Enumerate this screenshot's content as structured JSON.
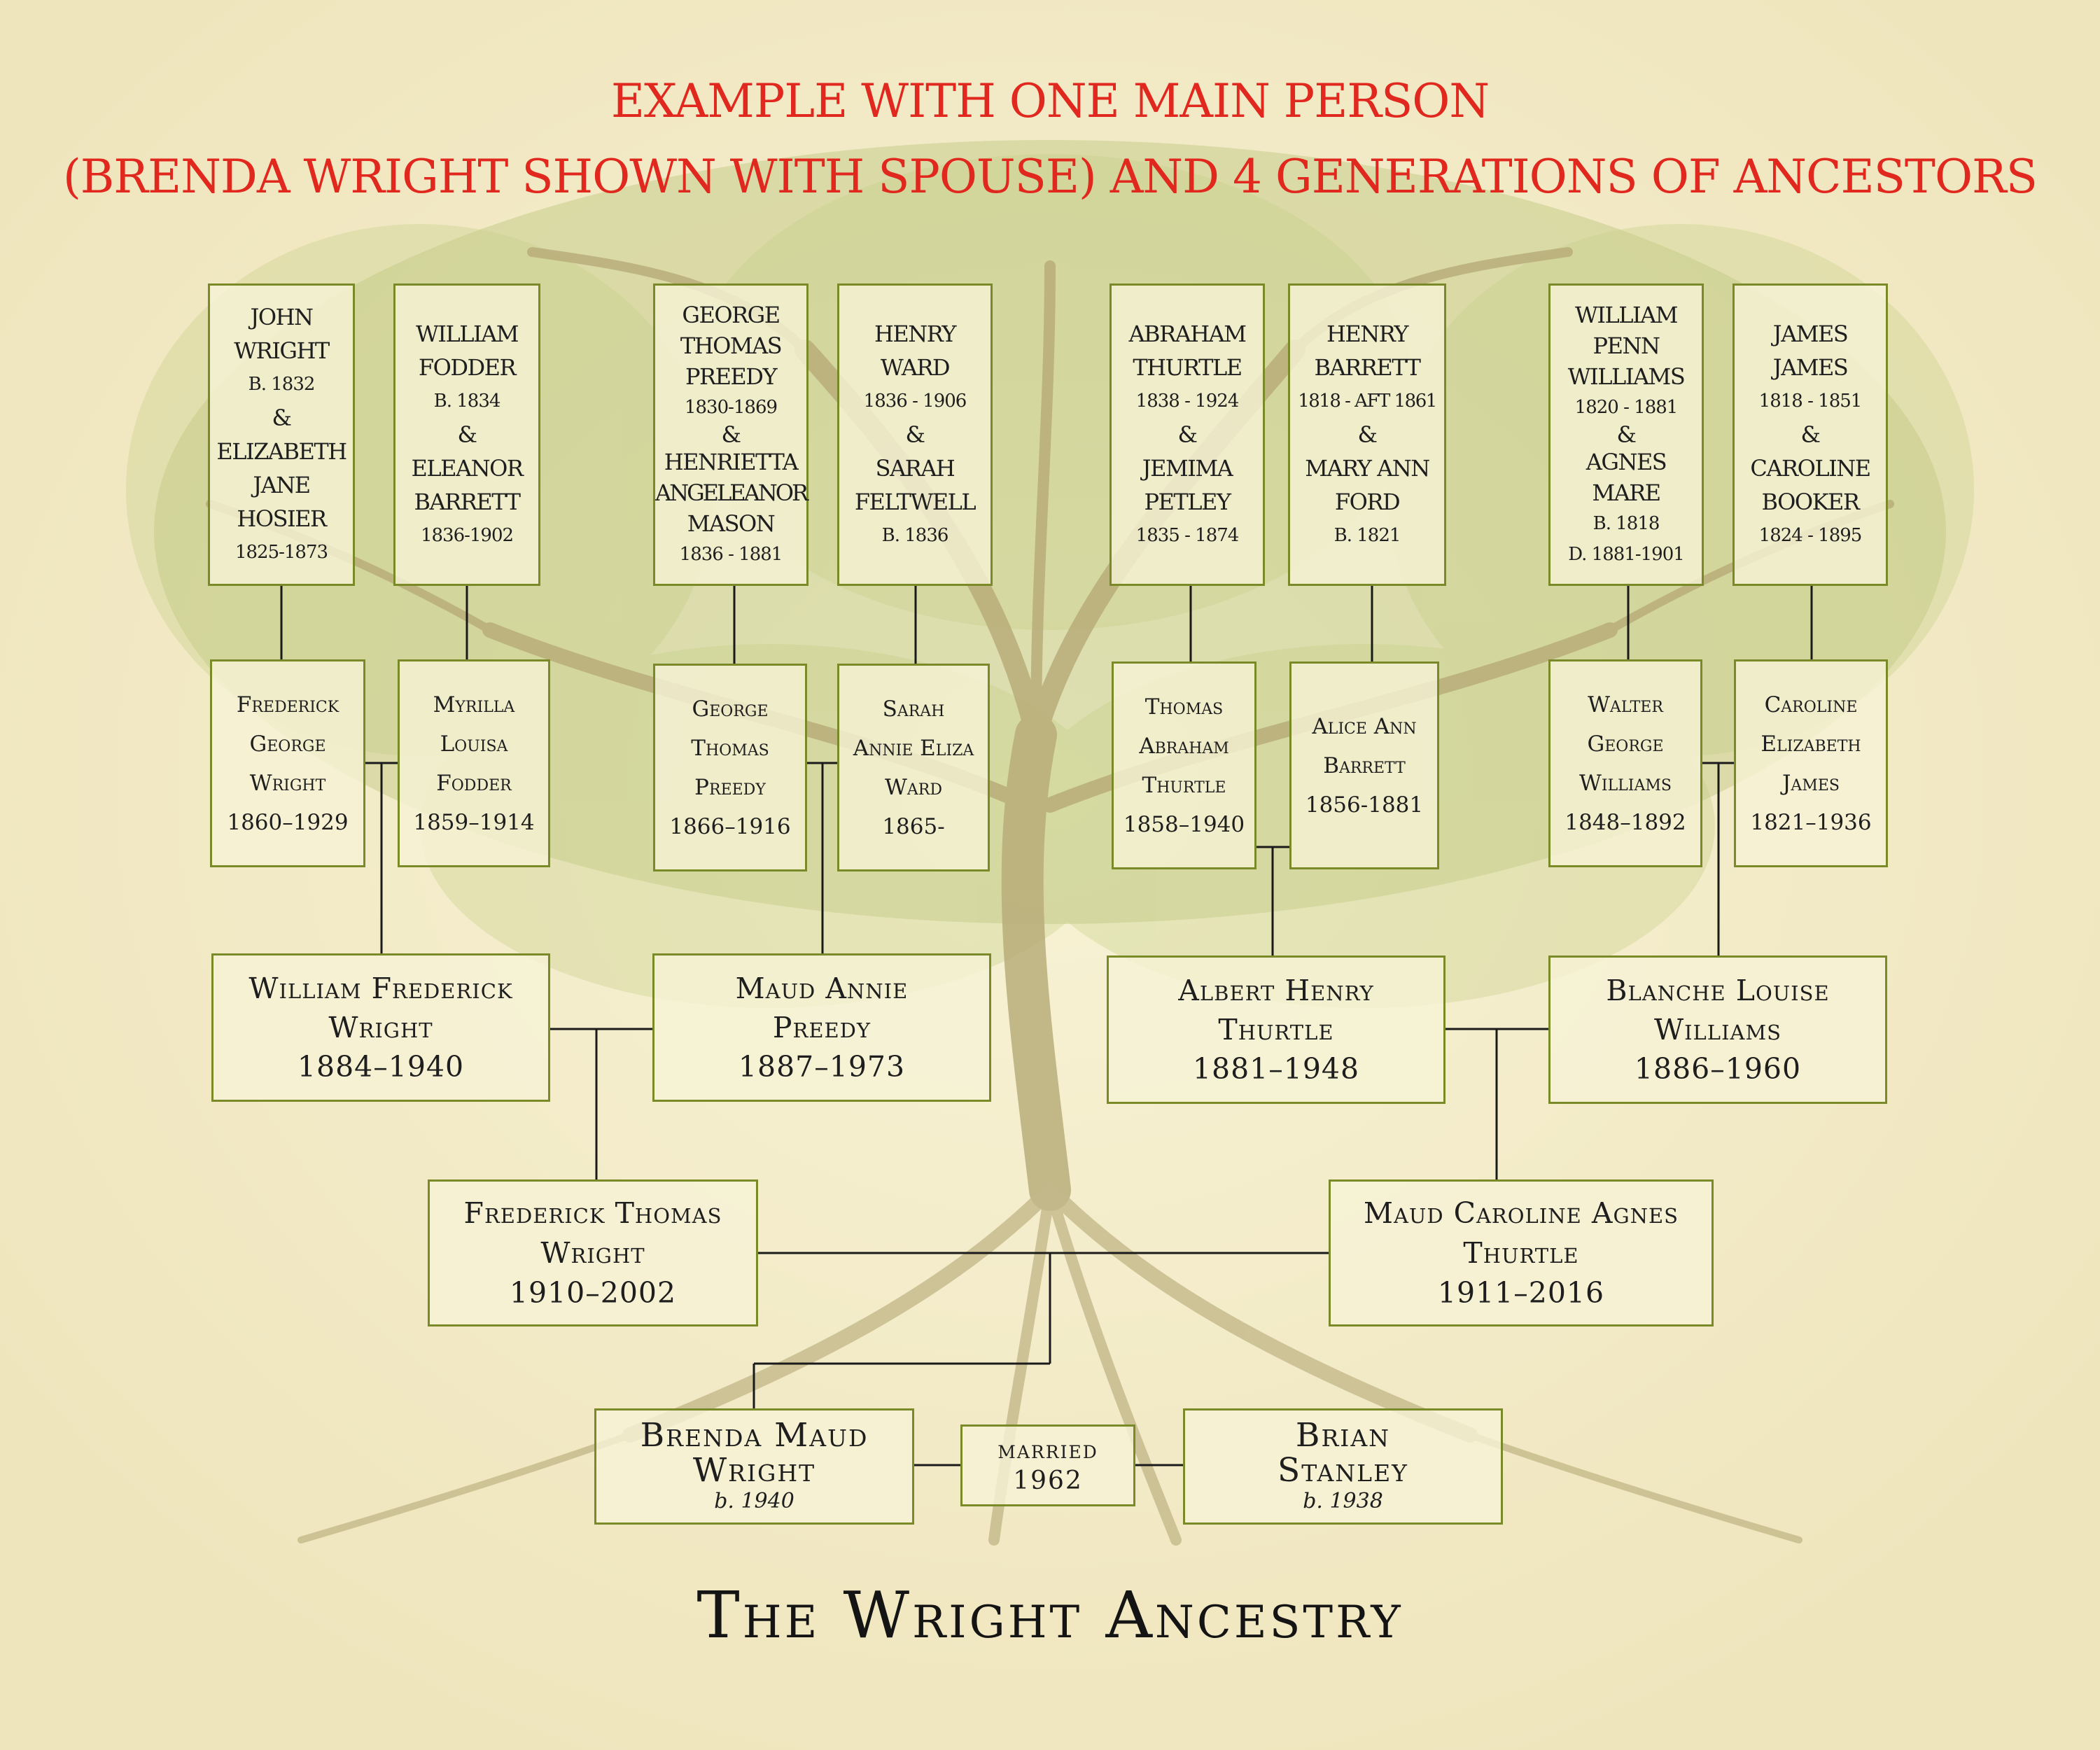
{
  "title": {
    "line1": "EXAMPLE WITH ONE MAIN PERSON",
    "line2": "(BRENDA WRIGHT SHOWN WITH SPOUSE) AND 4 GENERATIONS OF ANCESTORS"
  },
  "footer": "The Wright Ancestry",
  "great_great_grandparents": [
    {
      "lines": [
        "JOHN",
        "WRIGHT",
        "B. 1832",
        "&",
        "ELIZABETH",
        "JANE",
        "HOSIER",
        "1825-1873"
      ]
    },
    {
      "lines": [
        "WILLIAM",
        "FODDER",
        "B. 1834",
        "&",
        "ELEANOR",
        "BARRETT",
        "1836-1902"
      ]
    },
    {
      "lines": [
        "GEORGE",
        "THOMAS",
        "PREEDY",
        "1830-1869",
        "&",
        "HENRIETTA",
        "ANGELEANOR",
        "MASON",
        "1836 - 1881"
      ]
    },
    {
      "lines": [
        "HENRY",
        "WARD",
        "1836 - 1906",
        "&",
        "SARAH",
        "FELTWELL",
        "B. 1836"
      ]
    },
    {
      "lines": [
        "ABRAHAM",
        "THURTLE",
        "1838 - 1924",
        "&",
        "JEMIMA",
        "PETLEY",
        "1835 - 1874"
      ]
    },
    {
      "lines": [
        "HENRY",
        "BARRETT",
        "1818 - AFT 1861",
        "&",
        "MARY ANN",
        "FORD",
        "B. 1821"
      ]
    },
    {
      "lines": [
        "WILLIAM",
        "PENN",
        "WILLIAMS",
        "1820 - 1881",
        "&",
        "AGNES",
        "MARE",
        "B. 1818",
        "D. 1881-1901"
      ]
    },
    {
      "lines": [
        "JAMES",
        "JAMES",
        "1818 - 1851",
        "&",
        "CAROLINE",
        "BOOKER",
        "1824 - 1895"
      ]
    }
  ],
  "great_grandparents": [
    {
      "lines": [
        "Frederick",
        "George",
        "Wright",
        "1860–1929"
      ]
    },
    {
      "lines": [
        "Myrilla",
        "Louisa",
        "Fodder",
        "1859–1914"
      ]
    },
    {
      "lines": [
        "George",
        "Thomas",
        "Preedy",
        "1866–1916"
      ]
    },
    {
      "lines": [
        "Sarah",
        "Annie Eliza",
        "Ward",
        "1865-"
      ]
    },
    {
      "lines": [
        "Thomas",
        "Abraham",
        "Thurtle",
        "1858–1940"
      ]
    },
    {
      "lines": [
        "Alice Ann",
        "Barrett",
        "1856-1881"
      ]
    },
    {
      "lines": [
        "Walter",
        "George",
        "Williams",
        "1848–1892"
      ]
    },
    {
      "lines": [
        "Caroline",
        "Elizabeth",
        "James",
        "1821–1936"
      ]
    }
  ],
  "grandparents": [
    {
      "name1": "William Frederick",
      "name2": "Wright",
      "years": "1884–1940"
    },
    {
      "name1": "Maud Annie",
      "name2": "Preedy",
      "years": "1887–1973"
    },
    {
      "name1": "Albert Henry",
      "name2": "Thurtle",
      "years": "1881–1948"
    },
    {
      "name1": "Blanche Louise",
      "name2": "Williams",
      "years": "1886–1960"
    }
  ],
  "parents": [
    {
      "name1": "Frederick Thomas",
      "name2": "Wright",
      "years": "1910–2002"
    },
    {
      "name1": "Maud Caroline Agnes",
      "name2": "Thurtle",
      "years": "1911–2016"
    }
  ],
  "main_person": {
    "name1": "Brenda Maud",
    "name2": "Wright",
    "born": "b. 1940"
  },
  "marriage": {
    "label": "married",
    "year": "1962"
  },
  "spouse": {
    "name1": "Brian",
    "name2": "Stanley",
    "born": "b. 1938"
  },
  "colors": {
    "title": "#e0281e",
    "border": "#7a8a28",
    "background": "#f3ecc8"
  }
}
